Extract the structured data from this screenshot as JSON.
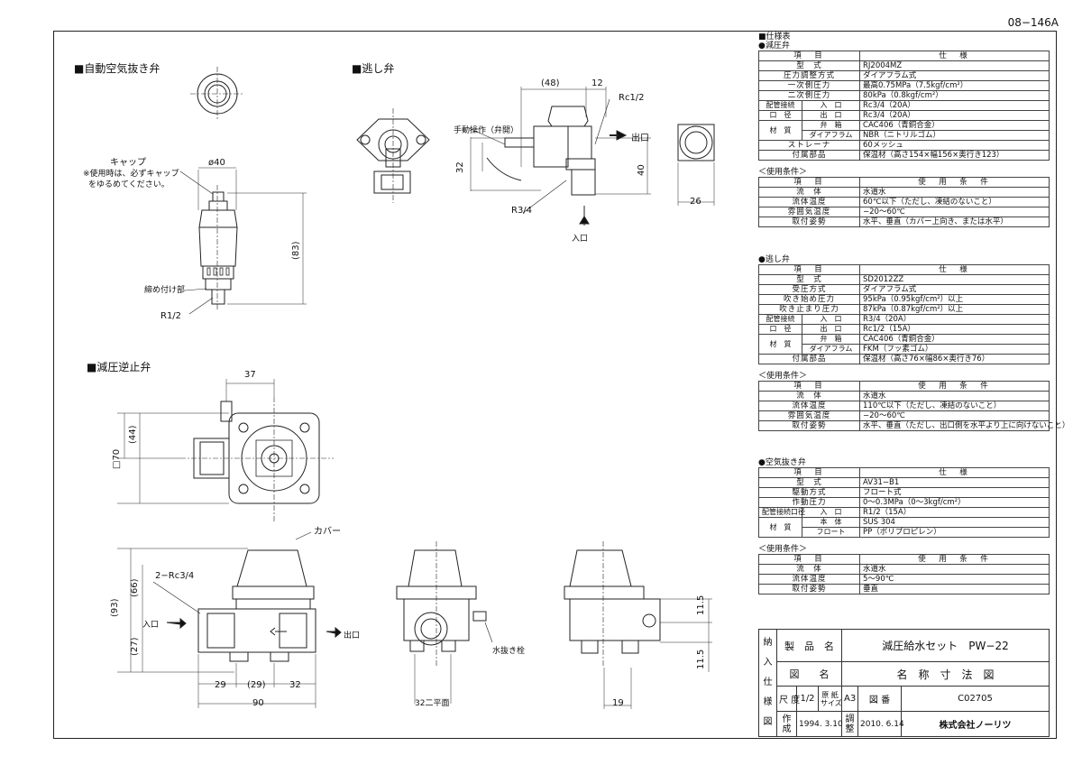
{
  "doc_number": "08−146A",
  "sections": {
    "air_valve": "■自動空気抜き弁",
    "relief_valve": "■逃し弁",
    "reducing_check": "■減圧逆止弁"
  },
  "labels": {
    "cap": "キャップ",
    "cap_note_1": "※使用時は、必ずキャップ",
    "cap_note_2": "をゆるめてください。",
    "tighten": "締め付け部",
    "r_half": "R1/2",
    "manual": "手動操作（弁開）",
    "rc_half": "Rc1/2",
    "r_three_quarter": "R3/4",
    "outlet": "出口",
    "inlet": "入口",
    "cover": "カバー",
    "rc_three_quarter_2": "2−Rc3/4",
    "drain_plug": "水抜き栓",
    "flat_32": "32二平面"
  },
  "dims": {
    "d40": "ø40",
    "d83": "(83)",
    "d48": "(48)",
    "d12": "12",
    "d32": "32",
    "d40b": "40",
    "d26": "26",
    "d37": "37",
    "d44": "(44)",
    "d70": "□70",
    "d93": "(93)",
    "d66": "(66)",
    "d27": "(27)",
    "d29a": "29",
    "d29b": "(29)",
    "d32b": "32",
    "d90": "90",
    "d19": "19",
    "d115a": "11.5",
    "d115b": "11.5"
  },
  "spec_title": "■仕様表",
  "specs": [
    {
      "title": "●減圧弁",
      "header": [
        "項　目",
        "仕　様"
      ],
      "rows": [
        {
          "k": "型　式",
          "v": "RJ2004MZ"
        },
        {
          "k": "圧力調整方式",
          "v": "ダイアフラム式"
        },
        {
          "k": "一次側圧力",
          "v": "最高0.75MPa（7.5kgf/cm²）"
        },
        {
          "k": "二次側圧力",
          "v": "80kPa（0.8kgf/cm²）"
        },
        {
          "k": "配管接続",
          "k2": "入　口",
          "v": "Rc3/4（20A）"
        },
        {
          "k": "口　径",
          "k2": "出　口",
          "v": "Rc3/4（20A）"
        },
        {
          "k": "材　質",
          "k2": "弁　箱",
          "v": "CAC406（青銅合金）"
        },
        {
          "k": "",
          "k2": "ダイアフラム",
          "v": "NBR（ニトリルゴム）"
        },
        {
          "k": "ストレーナ",
          "v": "60メッシュ"
        },
        {
          "k": "付属部品",
          "v": "保温材（高さ154×幅156×奥行き123）"
        }
      ],
      "cond_title": "＜使用条件＞",
      "cond_header": [
        "項　目",
        "使　用　条　件"
      ],
      "cond": [
        {
          "k": "流　体",
          "v": "水道水"
        },
        {
          "k": "流体温度",
          "v": "60℃以下（ただし、凍結のないこと）"
        },
        {
          "k": "雰囲気温度",
          "v": "−20〜60℃"
        },
        {
          "k": "取付姿勢",
          "v": "水平、垂直（カバー上向き、または水平）"
        }
      ]
    },
    {
      "title": "●逃し弁",
      "header": [
        "項　目",
        "仕　様"
      ],
      "rows": [
        {
          "k": "型　式",
          "v": "SD2012ZZ"
        },
        {
          "k": "受圧方式",
          "v": "ダイアフラム式"
        },
        {
          "k": "吹き始め圧力",
          "v": "95kPa（0.95kgf/cm²）以上"
        },
        {
          "k": "吹き止まり圧力",
          "v": "87kPa（0.87kgf/cm²）以上"
        },
        {
          "k": "配管接続",
          "k2": "入　口",
          "v": "R3/4（20A）"
        },
        {
          "k": "口　径",
          "k2": "出　口",
          "v": "Rc1/2（15A）"
        },
        {
          "k": "材　質",
          "k2": "弁　箱",
          "v": "CAC406（青銅合金）"
        },
        {
          "k": "",
          "k2": "ダイアフラム",
          "v": "FKM（フッ素ゴム）"
        },
        {
          "k": "付属部品",
          "v": "保温材（高さ76×幅86×奥行き76）"
        }
      ],
      "cond_title": "＜使用条件＞",
      "cond_header": [
        "項　目",
        "使　用　条　件"
      ],
      "cond": [
        {
          "k": "流　体",
          "v": "水道水"
        },
        {
          "k": "流体温度",
          "v": "110℃以下（ただし、凍結のないこと）"
        },
        {
          "k": "雰囲気温度",
          "v": "−20〜60℃"
        },
        {
          "k": "取付姿勢",
          "v": "水平、垂直（ただし、出口側を水平より上に向けないこと）"
        }
      ]
    },
    {
      "title": "●空気抜き弁",
      "header": [
        "項　目",
        "仕　様"
      ],
      "rows": [
        {
          "k": "型　式",
          "v": "AV31−B1"
        },
        {
          "k": "駆動方式",
          "v": "フロート式"
        },
        {
          "k": "作動圧力",
          "v": "0〜0.3MPa（0〜3kgf/cm²）"
        },
        {
          "k": "配管接続口径",
          "k2": "入　口",
          "v": "R1/2（15A）"
        },
        {
          "k": "材　質",
          "k2": "本　体",
          "v": "SUS 304"
        },
        {
          "k": "",
          "k2": "フロート",
          "v": "PP（ポリプロピレン）"
        }
      ],
      "cond_title": "＜使用条件＞",
      "cond_header": [
        "項　目",
        "使　用　条　件"
      ],
      "cond": [
        {
          "k": "流　体",
          "v": "水道水"
        },
        {
          "k": "流体温度",
          "v": "5〜90℃"
        },
        {
          "k": "取付姿勢",
          "v": "垂直"
        }
      ]
    }
  ],
  "title_block": {
    "side": [
      "納",
      "入",
      "仕",
      "様",
      "図"
    ],
    "product_label": "製　品　名",
    "product": "減圧給水セット　PW−22",
    "drawing_label": "図　　名",
    "drawing": "名　称　寸　法　図",
    "scale_label": "尺 度",
    "scale": "1/2",
    "paper_label": "原 紙\nサイズ",
    "paper": "A3",
    "dwg_no_label": "図 番",
    "dwg_no": "C02705",
    "made_label": "作\n成",
    "made": "1994. 3.10",
    "check_label": "調\n整",
    "check": "2010. 6.14",
    "company": "株式会社ノーリツ"
  }
}
